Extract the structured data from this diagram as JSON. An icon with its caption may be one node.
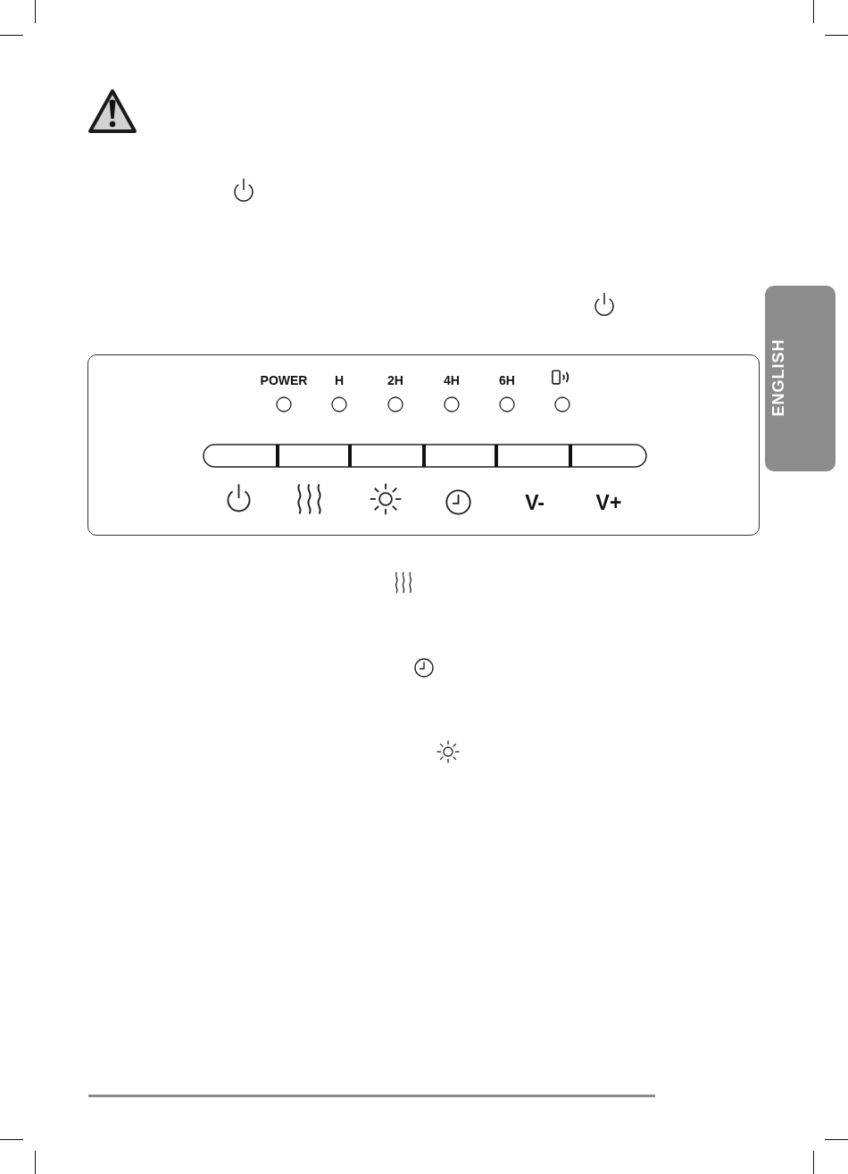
{
  "diagram": {
    "nodes": [
      {
        "text": [
          "ENGLISH"
        ]
      }
    ],
    "labels": [
      "POWER",
      "H",
      "2H",
      "4H",
      "6H",
      "V-",
      "V+"
    ]
  }
}
